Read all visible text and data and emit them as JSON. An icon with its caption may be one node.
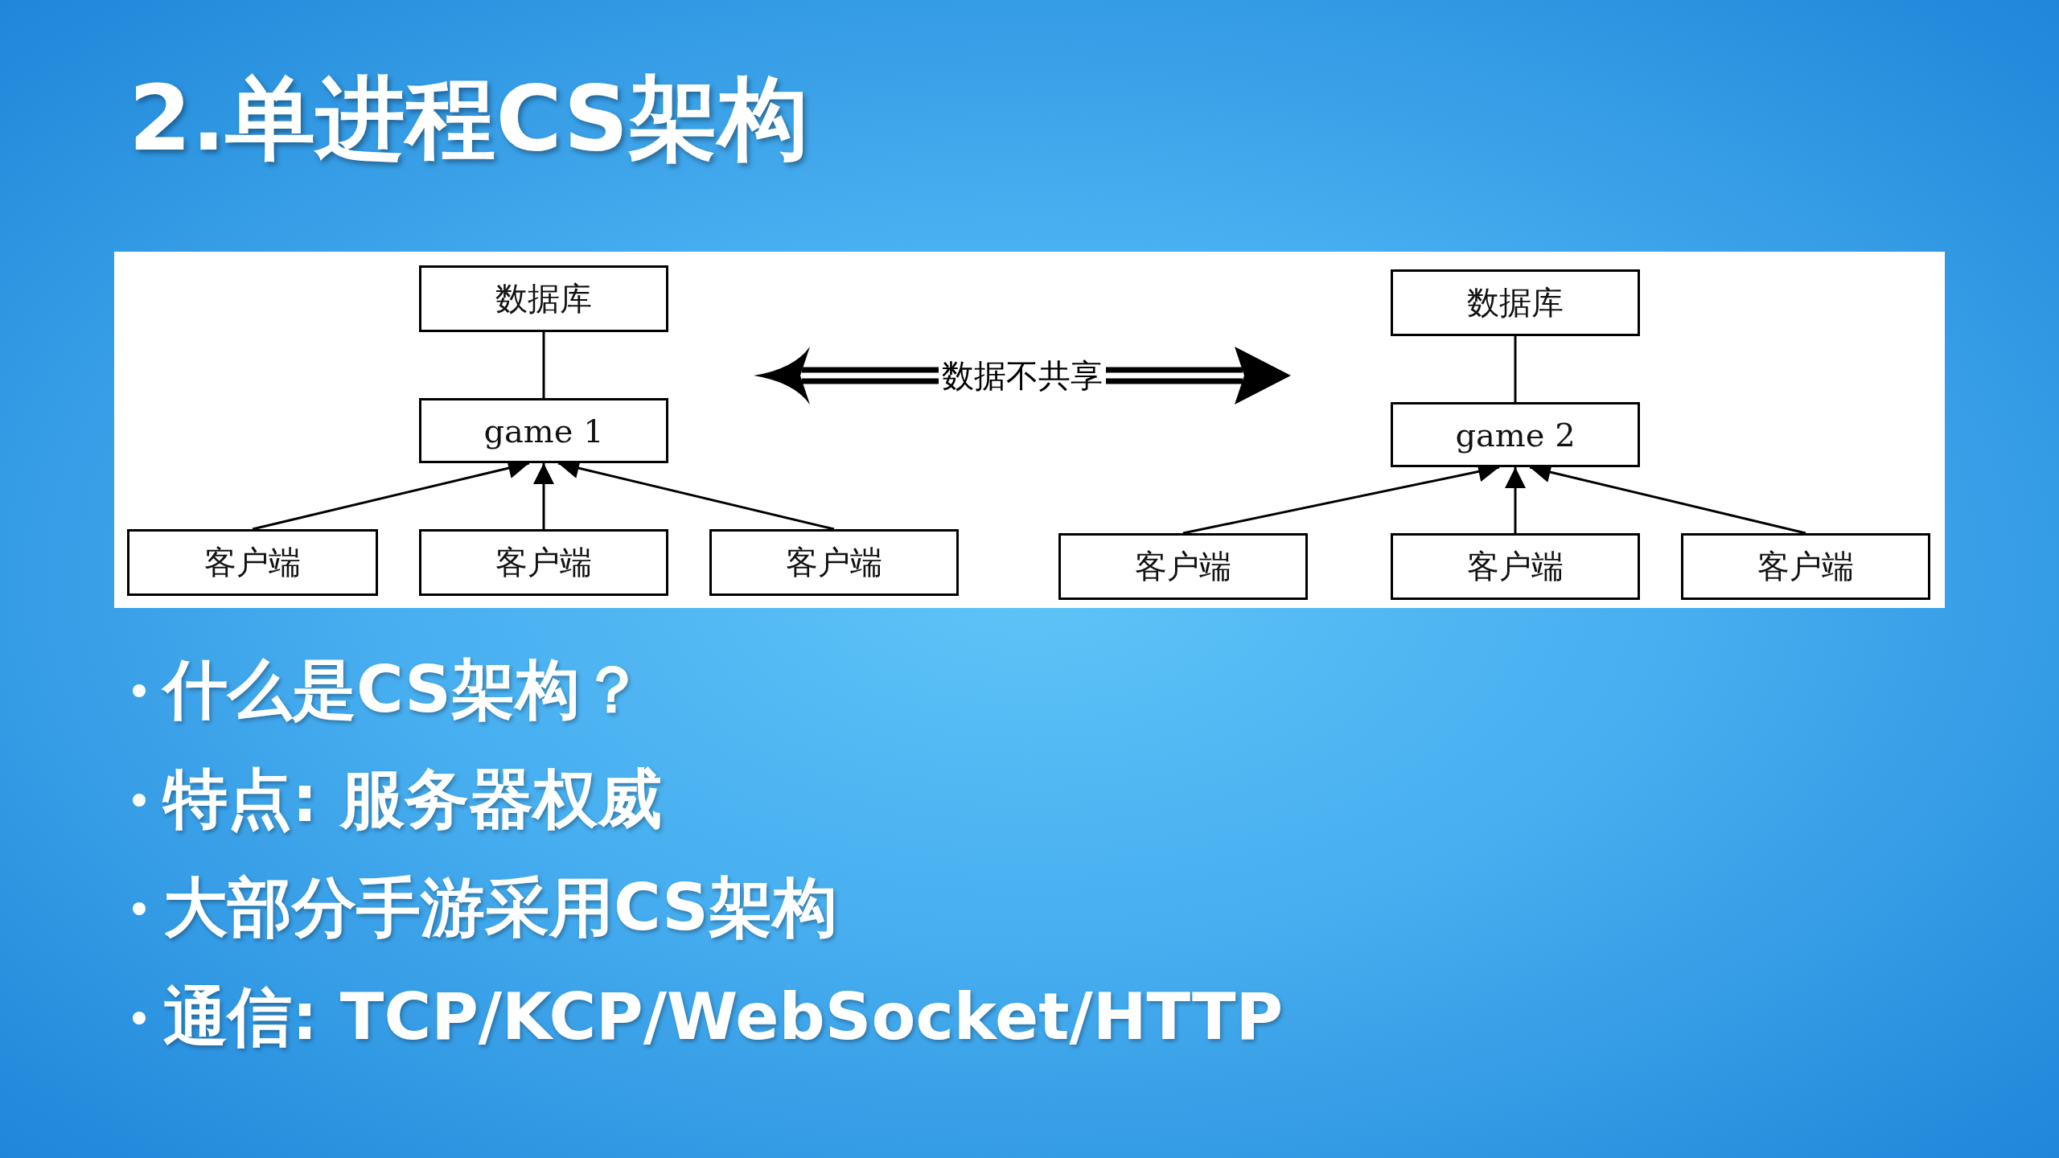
{
  "diagram": {
    "title": "2.单进程CS架构",
    "nodes": [
      {
        "text": [
          "数据库"
        ]
      },
      {
        "text": [
          "game 1"
        ]
      },
      {
        "text": [
          "客户端"
        ]
      },
      {
        "text": [
          "客户端"
        ]
      },
      {
        "text": [
          "客户端"
        ]
      },
      {
        "text": [
          "数据库"
        ]
      },
      {
        "text": [
          "game 2"
        ]
      },
      {
        "text": [
          "客户端"
        ]
      },
      {
        "text": [
          "客户端"
        ]
      },
      {
        "text": [
          "客户端"
        ]
      }
    ],
    "edges": [
      {
        "from": 0,
        "to": 1,
        "arrow": "none"
      },
      {
        "from": 2,
        "to": 1,
        "arrow": "to"
      },
      {
        "from": 3,
        "to": 1,
        "arrow": "to"
      },
      {
        "from": 4,
        "to": 1,
        "arrow": "to"
      },
      {
        "from": 5,
        "to": 6,
        "arrow": "none"
      },
      {
        "from": 7,
        "to": 6,
        "arrow": "to"
      },
      {
        "from": 8,
        "to": 6,
        "arrow": "to"
      },
      {
        "from": 9,
        "to": 6,
        "arrow": "to"
      }
    ],
    "labels": [
      "数据不共享",
      "什么是CS架构？",
      "特点: 服务器权威",
      "大部分手游采用CS架构",
      "通信: TCP/KCP/WebSocket/HTTP"
    ]
  }
}
